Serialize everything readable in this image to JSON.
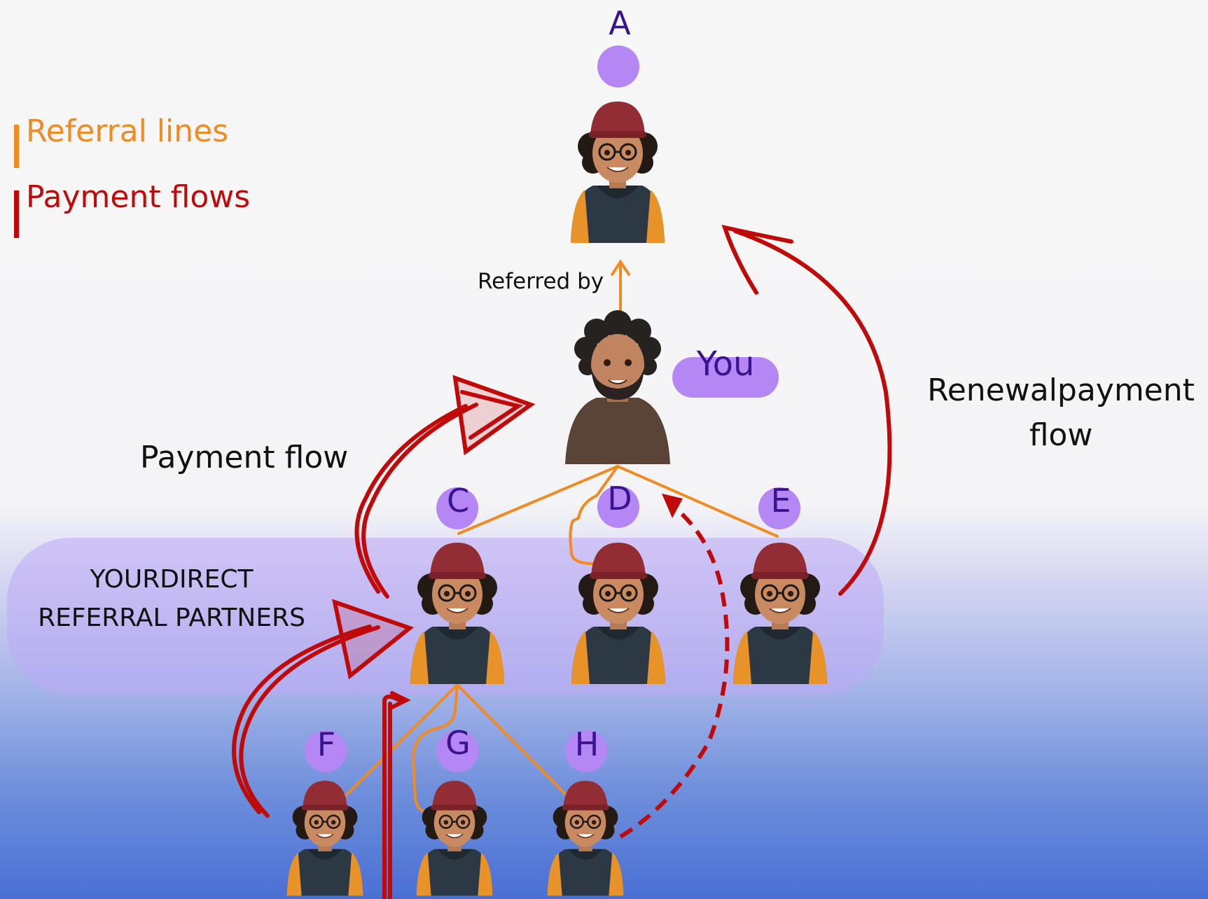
{
  "legend": {
    "referral_label": "Referral lines",
    "payment_label": "Payment flows",
    "referral_color": "#f28a22",
    "payment_color": "#c00a0a"
  },
  "nodes": {
    "a": "A",
    "c": "C",
    "d": "D",
    "e": "E",
    "f": "F",
    "g": "G",
    "h": "H",
    "you": "You"
  },
  "labels": {
    "referred_by": "Referred by",
    "payment_flow": "Payment flow",
    "renewal_line1": "Renewalpayment",
    "renewal_line2": "flow",
    "band_line1": "YOURDIRECT",
    "band_line2": "REFERRAL PARTNERS"
  },
  "colors": {
    "node_circle": "#b587f4",
    "node_letter": "#3a138f",
    "band": "#beaaf5"
  }
}
